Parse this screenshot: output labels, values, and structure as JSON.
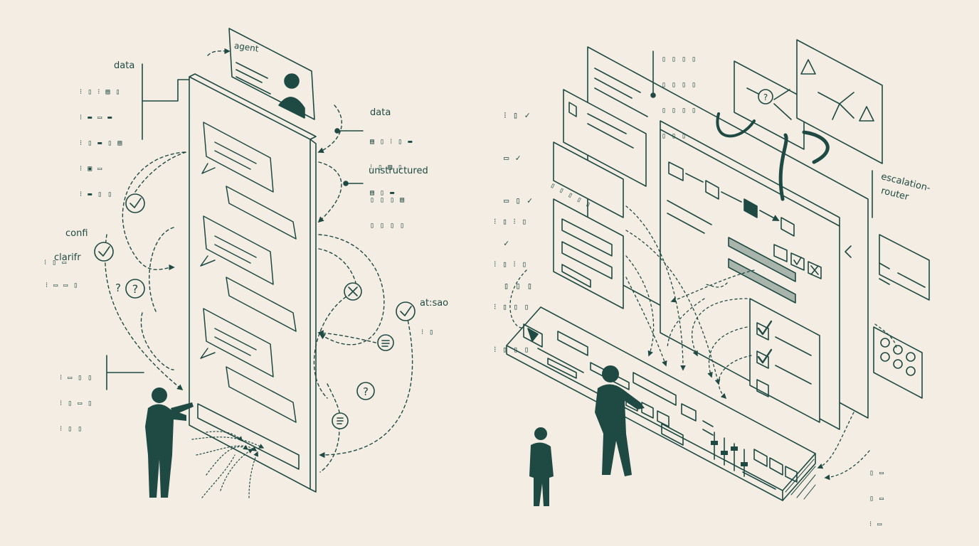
{
  "colors": {
    "ink": "#1f4a44",
    "paper": "#f3ede3",
    "figure": "#1f4a44"
  },
  "left_scene": {
    "labels": {
      "data_top": "data",
      "agent": "agent",
      "data_right": "data",
      "unstructured": "unstructured",
      "confi": "confi",
      "clarifr": "clarifr",
      "question": "?",
      "atsao": "at:sao"
    },
    "glyph_rows": {
      "data_top": [
        "⁝ ▯ ⁝ ▤ ▯",
        "⁝ ▬ ▭ ▬",
        "⁝ ▯ ▬ ▯ ▤",
        "⁝ ▣ ▭",
        "⁝ ▬ ▯ ▯"
      ],
      "data_right": [
        "▤ ▯ ⁝ ▯ ▬",
        "⁝ ▯ ▤ ▯",
        "▤ ▯ ▬"
      ],
      "unstructured": [
        "▯ ▯ ▯ ▤",
        "▯ ▯ ▯ ▯"
      ],
      "clarifr": [
        "⁝ ▯ ▭",
        "⁝ ▭ ▭ ▯"
      ],
      "atsao": [
        "⁝ ▯"
      ],
      "bottom_left": [
        "⁝ ▭ ▯ ▯",
        "⁝ ▯ ▭ ▯",
        "⁝ ▯ ▯"
      ]
    },
    "icons": [
      "check-icon",
      "question-icon",
      "person-icon"
    ]
  },
  "right_scene": {
    "labels": {
      "escalation": "escalation-",
      "router": "router"
    },
    "glyph_rows": {
      "top_center": [
        "▯ ▯ ▯ ▯",
        "▯ ▯ ▯ ▯",
        "▯ ▯ ▯ ▯",
        "▯ ▯ ▯"
      ],
      "left_checks": [
        "⁝ ▯ ✓",
        "▭ ✓",
        "▭ ▯ ✓",
        "✓",
        "▯ ▯ ▯"
      ],
      "left_mid": [
        "⁝ ▯ ⁝ ▯",
        "⁝ ▯ ⁝ ▯",
        "⁝ ▯ ▯ ▯",
        "⁝ ▯ ▯ ▯"
      ],
      "panel_card": [
        "▯ ▯ ▯ ▯ ▯"
      ],
      "bottom_right": [
        "▯ ▭",
        "▯ ▭",
        "⁝ ▭"
      ]
    },
    "icons": [
      "warning-icon",
      "question-icon",
      "check-icon",
      "close-icon",
      "person-icon"
    ]
  }
}
